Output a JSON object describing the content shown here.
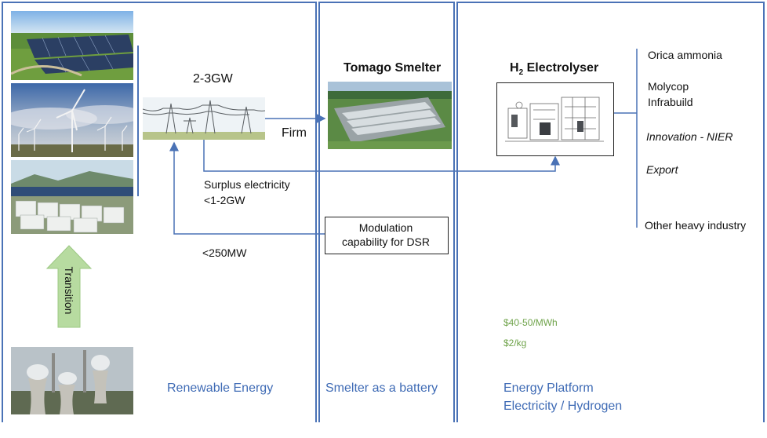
{
  "columns": {
    "renewable": {
      "footer": "Renewable Energy"
    },
    "smelter": {
      "title": "Tomago Smelter",
      "footer": "Smelter as a battery"
    },
    "platform": {
      "title_prefix": "H",
      "title_sub": "2",
      "title_suffix": " Electrolyser",
      "footer_line1": "Energy Platform",
      "footer_line2": "Electricity / Hydrogen"
    }
  },
  "flows": {
    "capacity": "2-3GW",
    "firm": "Firm",
    "surplus_line1": "Surplus electricity",
    "surplus_line2": "<1-2GW",
    "return": "<250MW",
    "modulation_line1": "Modulation",
    "modulation_line2": "capability for DSR",
    "transition": "Transition"
  },
  "offtakers": [
    {
      "text": "Orica ammonia",
      "style": "normal"
    },
    {
      "text": "Molycop",
      "style": "normal"
    },
    {
      "text": "Infrabuild",
      "style": "normal"
    },
    {
      "text": "Innovation - NIER",
      "style": "italic"
    },
    {
      "text": "Export",
      "style": "italic"
    },
    {
      "text": "Other heavy industry",
      "style": "normal"
    }
  ],
  "prices": {
    "electricity": "$40-50/MWh",
    "hydrogen": "$2/kg"
  },
  "colors": {
    "panel_line": "#4a72b6",
    "footer_text": "#3f6bb5",
    "price_text": "#6fa34a",
    "transition_arrow": "#b7dba0"
  }
}
